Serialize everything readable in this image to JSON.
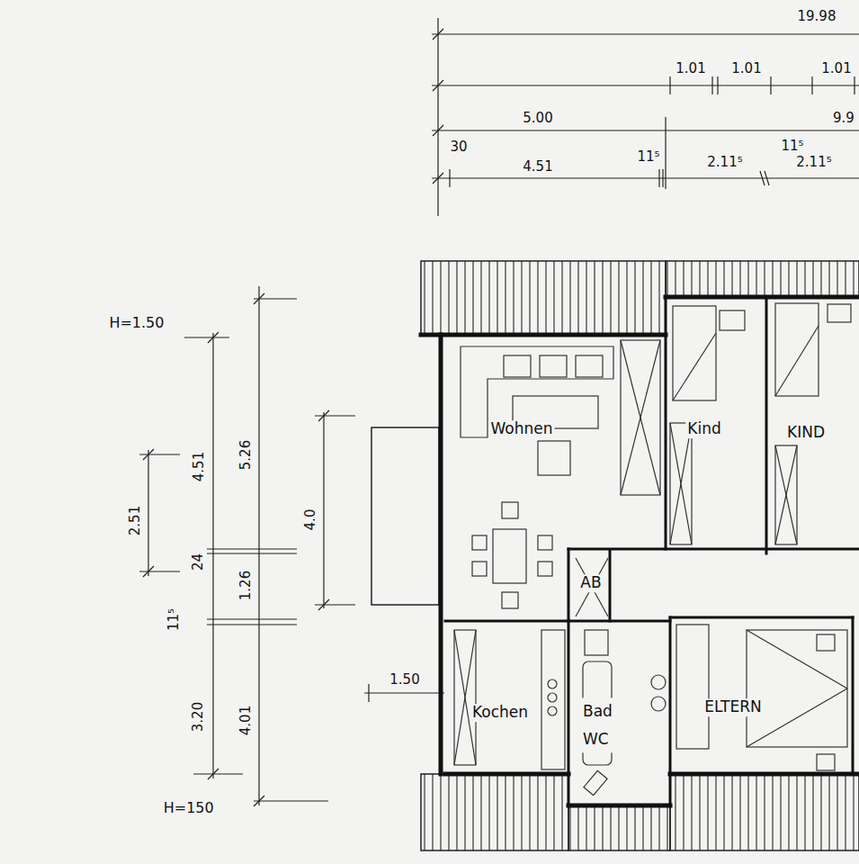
{
  "diagram": {
    "nodes": [
      {
        "text": [
          "Wohnen"
        ]
      },
      {
        "text": [
          "Kind"
        ]
      },
      {
        "text": [
          "KIND"
        ]
      },
      {
        "text": [
          "AB"
        ]
      },
      {
        "text": [
          "Kochen"
        ]
      },
      {
        "text": [
          "Bad WC"
        ]
      },
      {
        "text": [
          "ELTERN"
        ]
      }
    ],
    "edges": [],
    "labels": [
      "19.98",
      "1.01",
      "1.01",
      "1.01",
      "5.00",
      "9.9",
      "30",
      "4.51",
      "11⁵",
      "2.11⁵",
      "11⁵",
      "2.11⁵",
      "H=1.50",
      "4.51",
      "5.26",
      "2.51",
      "24",
      "1.26",
      "11⁵",
      "4.0",
      "1.50",
      "3.20",
      "4.01",
      "H=150"
    ]
  }
}
